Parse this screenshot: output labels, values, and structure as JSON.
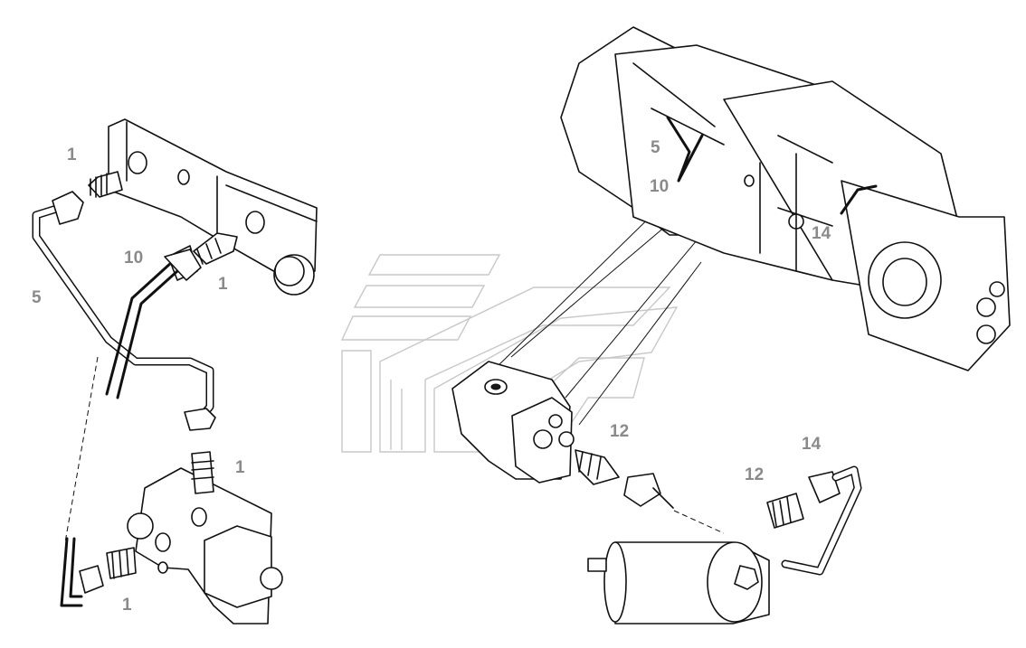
{
  "callouts": [
    {
      "id": "c1",
      "label": "1"
    },
    {
      "id": "c2",
      "label": "10"
    },
    {
      "id": "c3",
      "label": "1"
    },
    {
      "id": "c4",
      "label": "5"
    },
    {
      "id": "c5",
      "label": "1"
    },
    {
      "id": "c6",
      "label": "1"
    },
    {
      "id": "c7",
      "label": "5"
    },
    {
      "id": "c8",
      "label": "10"
    },
    {
      "id": "c9",
      "label": "14"
    },
    {
      "id": "c10",
      "label": "12"
    },
    {
      "id": "c11",
      "label": "14"
    },
    {
      "id": "c12",
      "label": "12"
    }
  ]
}
